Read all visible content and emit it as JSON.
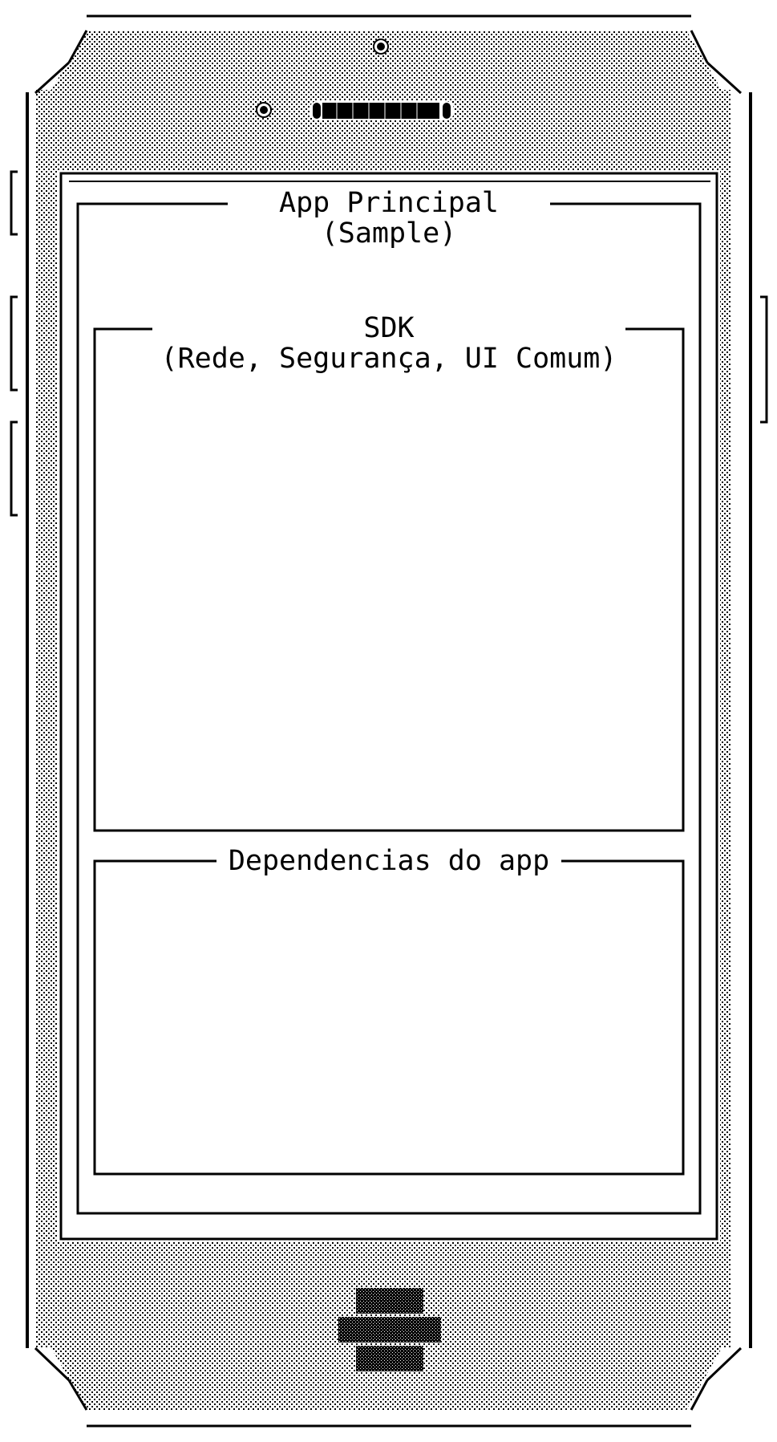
{
  "diagram": {
    "device": "smartphone",
    "style": "ascii-art",
    "boxes": [
      {
        "id": "app",
        "title": "App Principal",
        "subtitle": "(Sample)"
      },
      {
        "id": "sdk",
        "title": "SDK",
        "subtitle": "(Rede, Segurança, UI Comum)"
      },
      {
        "id": "deps",
        "title": "Dependencias do app"
      }
    ],
    "icons": {
      "front_camera": "camera-dot-icon",
      "proximity_sensor": "sensor-dot-icon",
      "speaker": "speaker-grille-icon",
      "home_button": "home-button-icon"
    },
    "colors": {
      "ink": "#000000",
      "paper": "#ffffff"
    }
  }
}
